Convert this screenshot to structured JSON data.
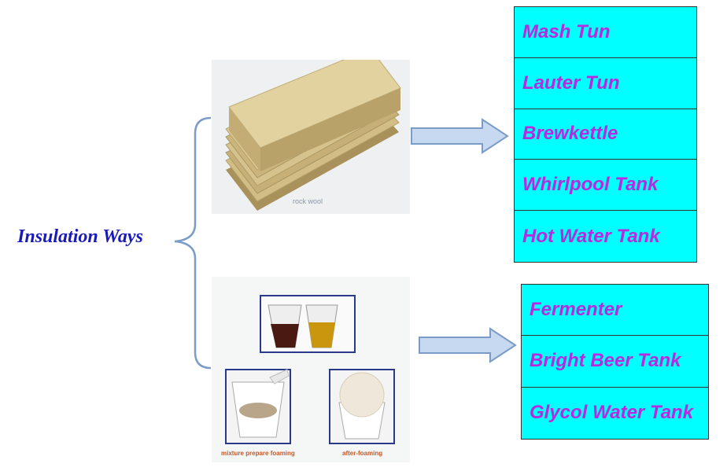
{
  "title": "Insulation Ways",
  "rock_wool": {
    "caption": "rock wool"
  },
  "foaming": {
    "caption_left": "mixture prepare foaming",
    "caption_right": "after-foaming"
  },
  "list_top": [
    "Mash Tun",
    "Lauter Tun",
    "Brewkettle",
    "Whirlpool Tank",
    "Hot Water Tank"
  ],
  "list_bottom": [
    "Fermenter",
    "Bright Beer Tank",
    "Glycol Water Tank"
  ],
  "colors": {
    "title": "#1a1ab8",
    "box_fill": "#00ffff",
    "item_text": "#b829e0",
    "arrow_fill": "#c6d9f1",
    "arrow_stroke": "#7a9cc6",
    "brace": "#7a9cc6"
  }
}
